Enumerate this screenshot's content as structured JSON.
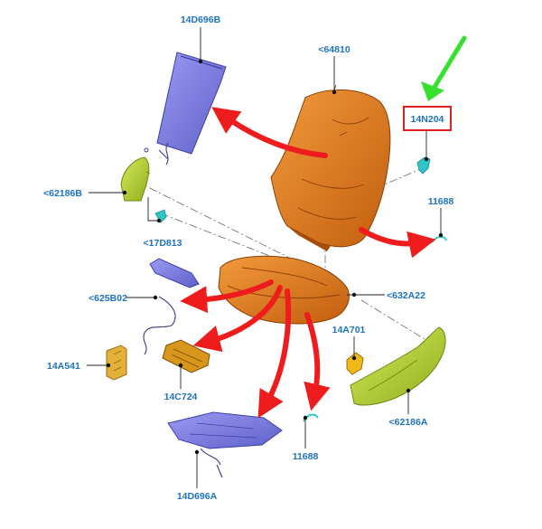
{
  "labels": {
    "pad_back": "14D696B",
    "seat_back": "<64810",
    "highlight_part": "14N204",
    "side_left": "<62186B",
    "clip_back": "11688",
    "clip_left": "<17D813",
    "frame": "<625B02",
    "seat_cushion": "<632A22",
    "switch": "14A701",
    "module_left": "14A541",
    "module_center": "14C724",
    "side_right": "<62186A",
    "clip_bottom": "11688",
    "pad_bottom": "14D696A"
  },
  "colors": {
    "foam": "#e07a1c",
    "foam_dark": "#a84d08",
    "pad": "#7f80e6",
    "trim": "#b3d22e",
    "clip": "#2fc4c7",
    "arrow_red": "#ee1c1c",
    "arrow_green": "#36e02c",
    "highlight_box": "#e02020",
    "label": "#1e73be"
  }
}
